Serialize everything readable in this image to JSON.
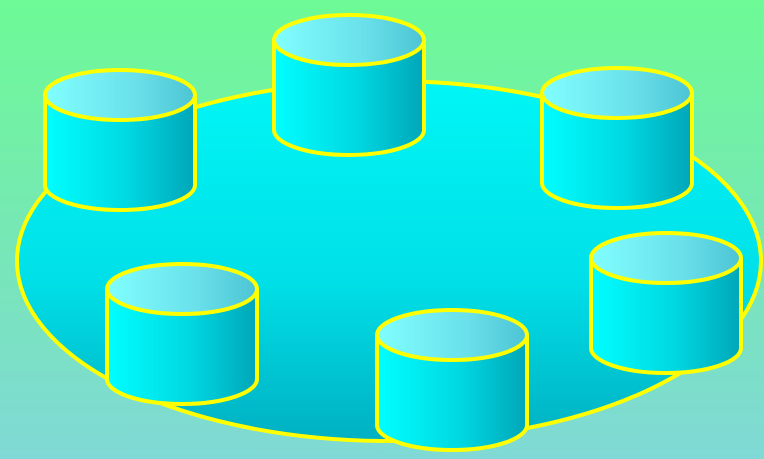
{
  "diagram": {
    "kind": "distributed-database-network",
    "colors": {
      "background_top": "#6efa96",
      "background_bottom": "#80d9d6",
      "disk_fill": "#00f0f0",
      "disk_fill_dark": "#00b4c4",
      "cylinder_top_light": "#80ffff",
      "cylinder_top_dark": "#50c8d8",
      "cylinder_body_light": "#00ffff",
      "cylinder_body_dark": "#00a8b8",
      "outline": "#ffff00"
    },
    "nodes": [
      {
        "id": "node-1",
        "icon": "database-cylinder-icon"
      },
      {
        "id": "node-2",
        "icon": "database-cylinder-icon"
      },
      {
        "id": "node-3",
        "icon": "database-cylinder-icon"
      },
      {
        "id": "node-4",
        "icon": "database-cylinder-icon"
      },
      {
        "id": "node-5",
        "icon": "database-cylinder-icon"
      },
      {
        "id": "node-6",
        "icon": "database-cylinder-icon"
      }
    ]
  }
}
